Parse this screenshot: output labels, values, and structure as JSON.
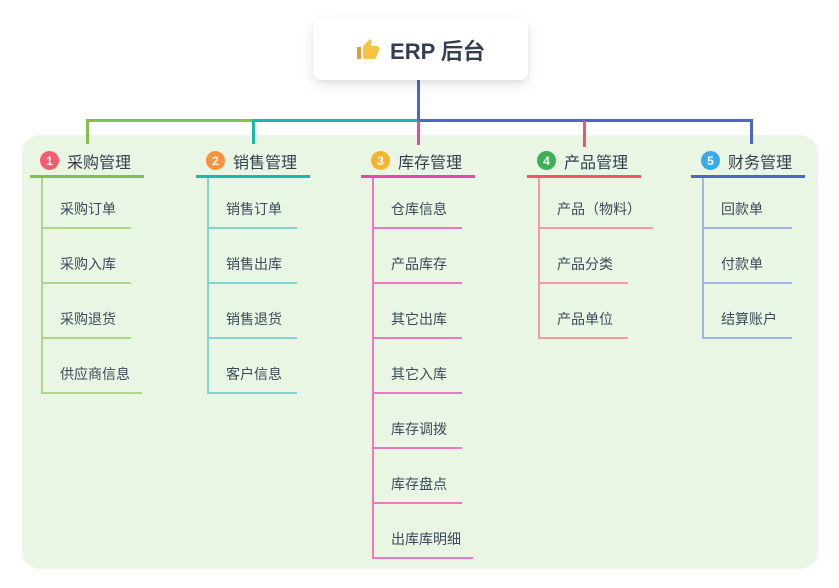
{
  "root": {
    "title": "ERP 后台",
    "icon": "thumbs-up-icon"
  },
  "branches": [
    {
      "index": "1",
      "title": "采购管理",
      "badge_color": "#f75c6e",
      "line_color": "#85be4b",
      "child_line_color": "#abd78c",
      "children": [
        "采购订单",
        "采购入库",
        "采购退货",
        "供应商信息"
      ]
    },
    {
      "index": "2",
      "title": "销售管理",
      "badge_color": "#f7923e",
      "line_color": "#17b9aa",
      "child_line_color": "#82d5ca",
      "children": [
        "销售订单",
        "销售出库",
        "销售退货",
        "客户信息"
      ]
    },
    {
      "index": "3",
      "title": "库存管理",
      "badge_color": "#f9b32e",
      "line_color": "#e24aa4",
      "child_line_color": "#ee77c2",
      "children": [
        "仓库信息",
        "产品库存",
        "其它出库",
        "其它入库",
        "库存调拨",
        "库存盘点",
        "出库库明细"
      ]
    },
    {
      "index": "4",
      "title": "产品管理",
      "badge_color": "#3db057",
      "line_color": "#f2556a",
      "child_line_color": "#f59aa4",
      "children": [
        "产品（物料）",
        "产品分类",
        "产品单位"
      ]
    },
    {
      "index": "5",
      "title": "财务管理",
      "badge_color": "#36abeb",
      "line_color": "#4f63cc",
      "child_line_color": "#a3b4e6",
      "children": [
        "回款单",
        "付款单",
        "结算账户"
      ]
    }
  ],
  "palette": {
    "panel_background": "#e9f6e3",
    "page_background": "#ffffff",
    "root_connector": "#5064cc",
    "text_dark": "#333f50",
    "child_text": "#3b4a5a",
    "thumb_icon_fill": "#f5c242",
    "thumb_icon_cuff": "#e09f35"
  }
}
